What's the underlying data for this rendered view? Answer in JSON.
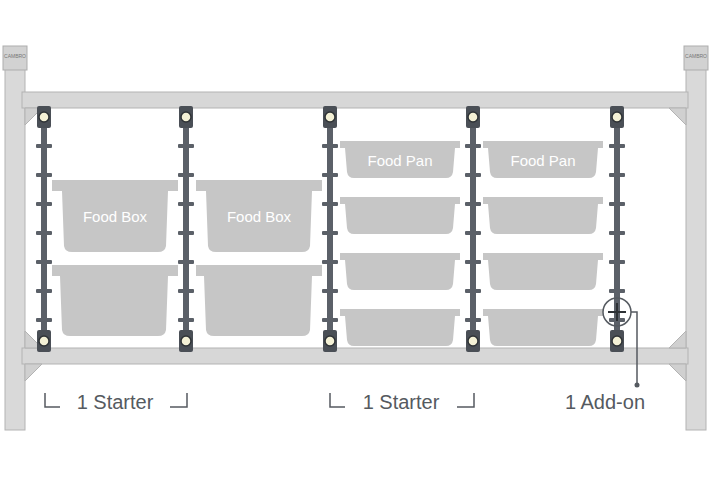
{
  "diagram": {
    "nodes": [
      {
        "text": [
          "Food Box"
        ]
      },
      {
        "text": [
          "Food Box"
        ]
      },
      {
        "text": [
          "Food Pan"
        ]
      },
      {
        "text": [
          "Food Pan"
        ]
      }
    ],
    "labels": [
      "CAMBRO",
      "CAMBRO",
      "1 Starter",
      "1 Starter",
      "1 Add-on"
    ]
  }
}
